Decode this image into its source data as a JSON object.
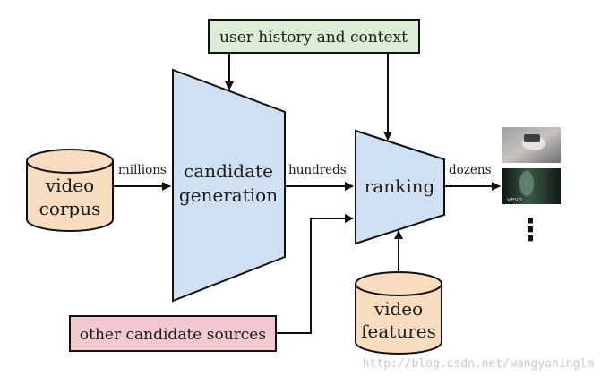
{
  "nodes": {
    "user_history": "user history and context",
    "candidate_generation": [
      "candidate",
      "generation"
    ],
    "ranking": "ranking",
    "video_corpus": [
      "video",
      "corpus"
    ],
    "video_features": [
      "video",
      "features"
    ],
    "other_sources": "other candidate sources"
  },
  "edges": {
    "millions": "millions",
    "hundreds": "hundreds",
    "dozens": "dozens"
  },
  "outputs": {
    "ellipsis": "⋮",
    "thumb2_caption": "vevo"
  },
  "watermark": "http://blog.csdn.net/wangyaninglm",
  "colors": {
    "blue_fill": "#cfe0f3",
    "green_fill": "#dcedd6",
    "pink_fill": "#f4c8cf",
    "cylinder_fill": "#f8dcbf",
    "stroke": "#111111"
  }
}
